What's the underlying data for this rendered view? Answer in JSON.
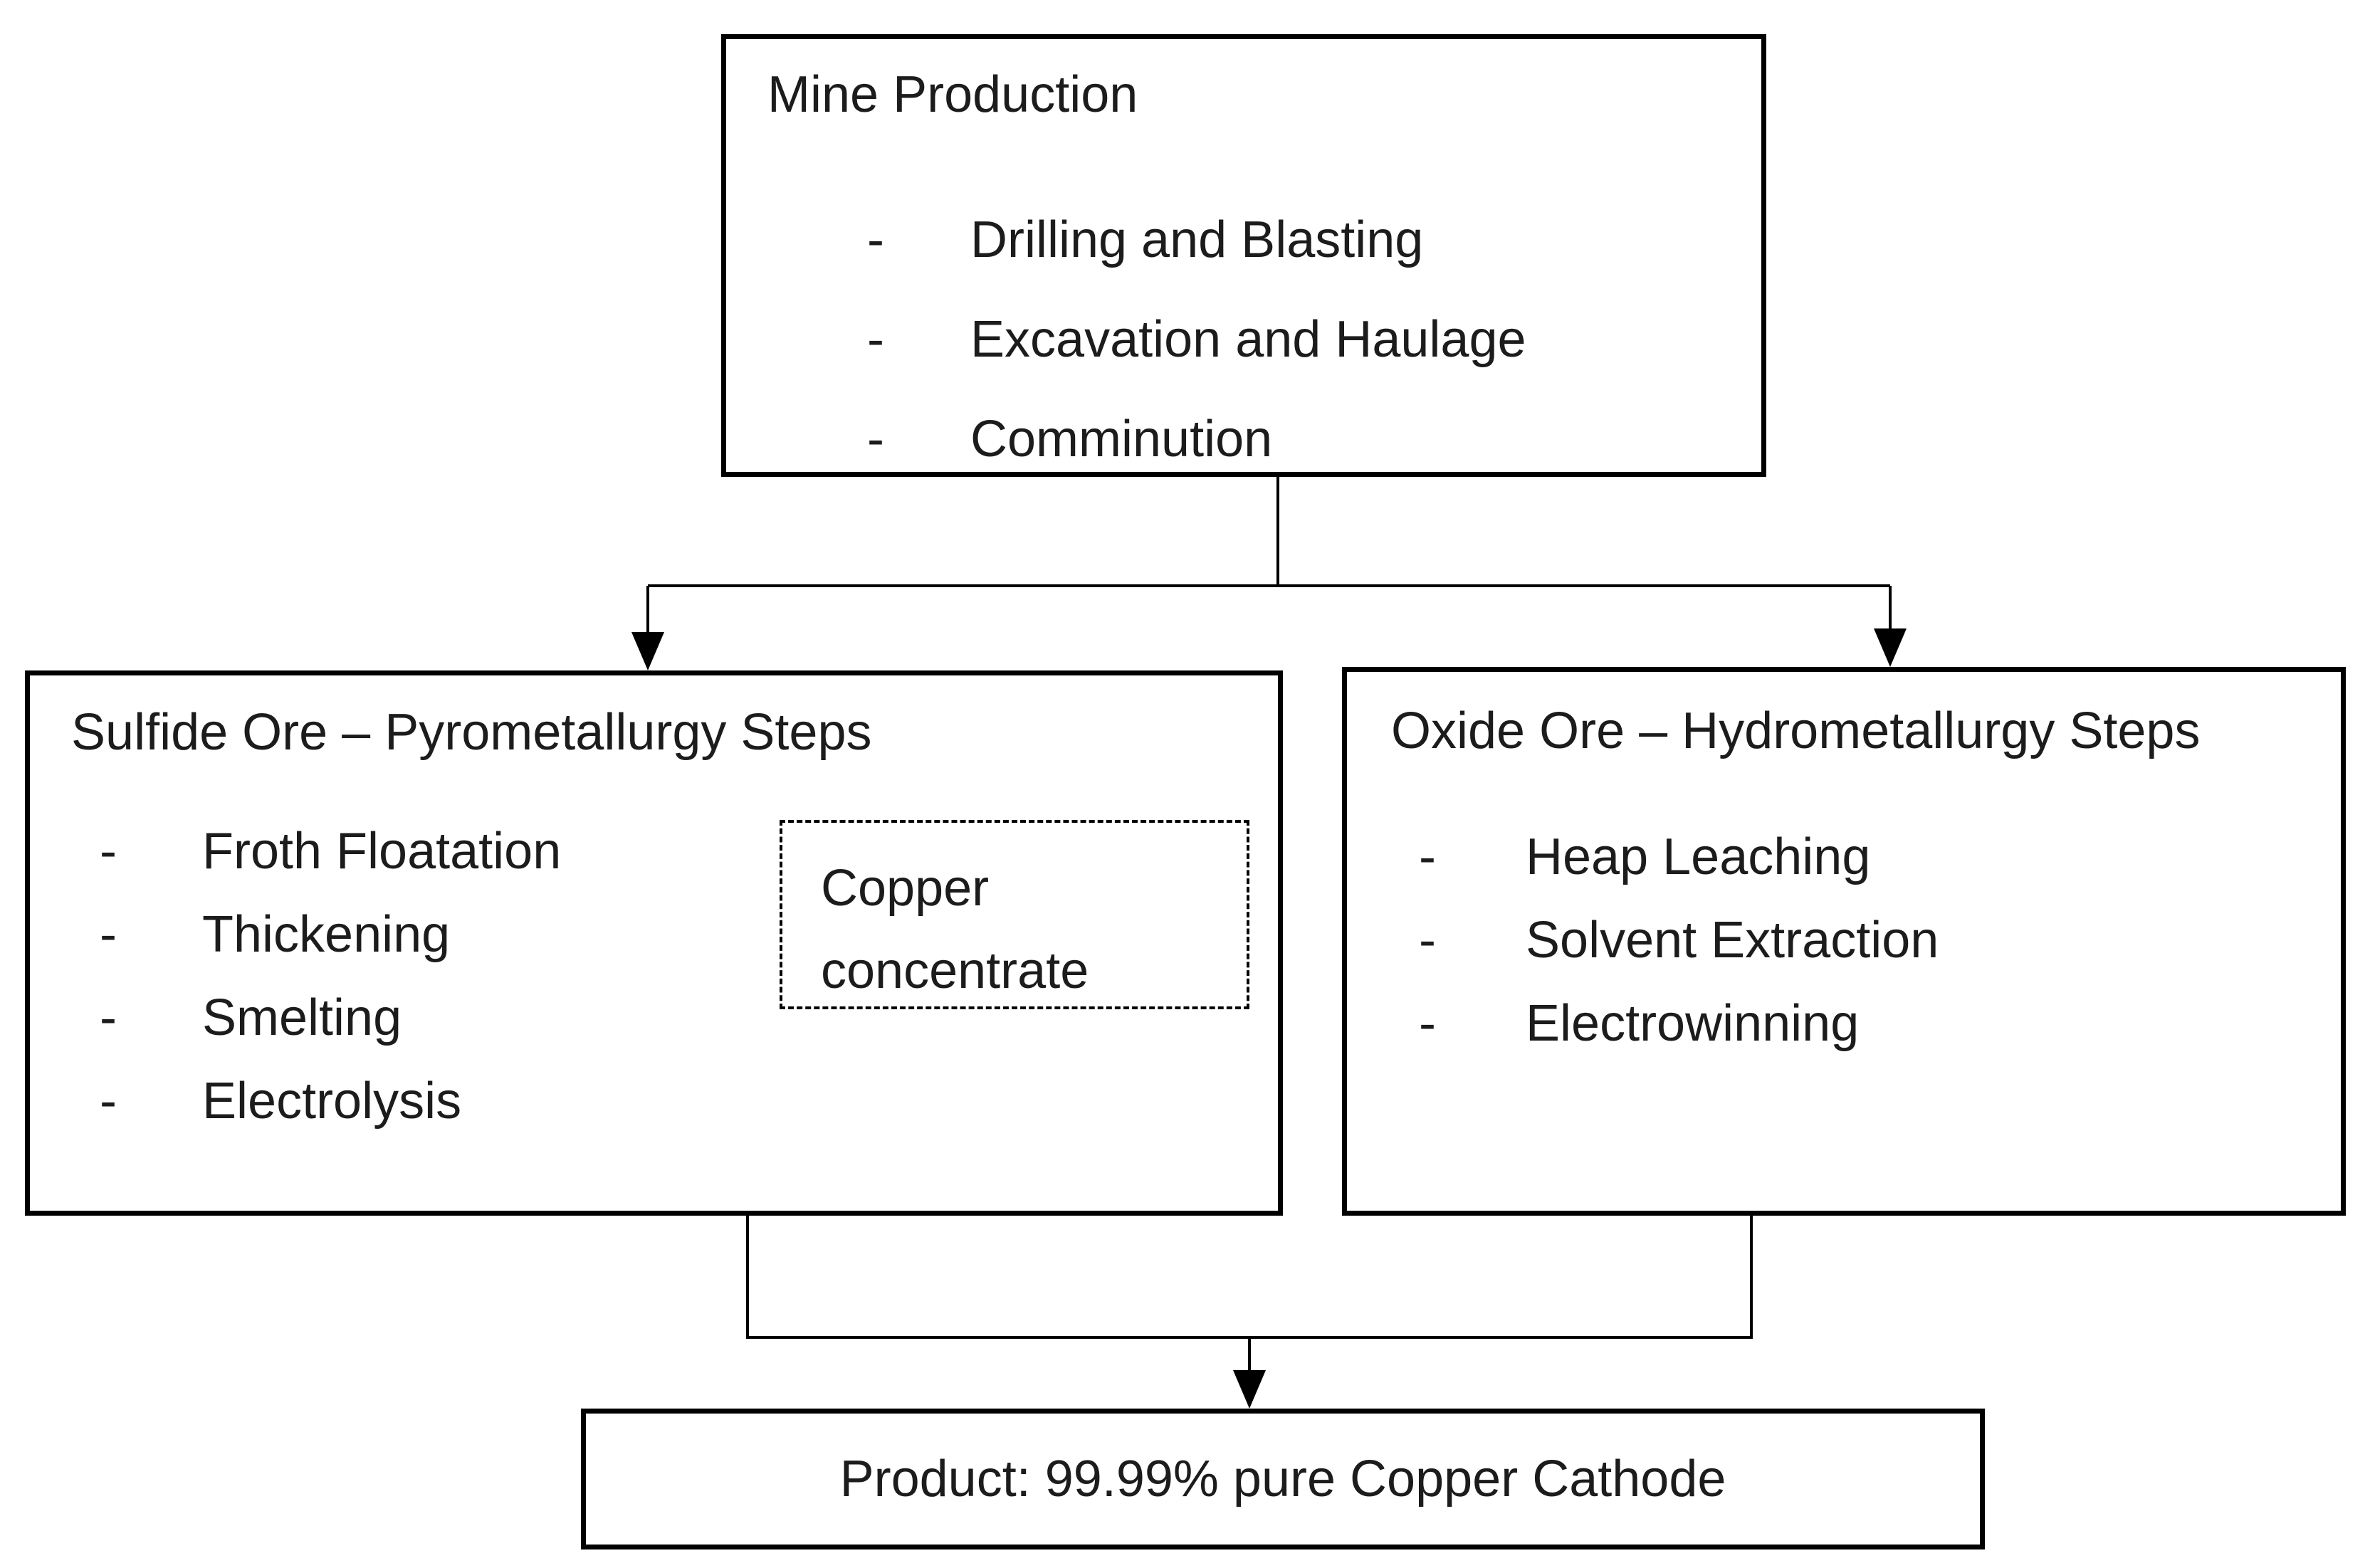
{
  "colors": {
    "line": "#000000",
    "text": "#1c1c1c",
    "background": "#ffffff"
  },
  "bullet": {
    "char": "-"
  },
  "nodes": {
    "mine": {
      "title": "Mine Production",
      "items": [
        "Drilling and Blasting",
        "Excavation and Haulage",
        "Comminution"
      ]
    },
    "sulfide": {
      "title": "Sulfide Ore – Pyrometallurgy Steps",
      "items": [
        "Froth Floatation",
        "Thickening",
        "Smelting",
        "Electrolysis"
      ]
    },
    "oxide": {
      "title": "Oxide Ore – Hydrometallurgy Steps",
      "items": [
        "Heap Leaching",
        "Solvent Extraction",
        "Electrowinning"
      ]
    },
    "concentrate": {
      "lines": [
        "Copper",
        "concentrate"
      ]
    },
    "product": {
      "label": "Product: 99.99% pure Copper Cathode"
    }
  },
  "edges": [
    {
      "from": "mine",
      "to": "sulfide",
      "type": "arrow"
    },
    {
      "from": "mine",
      "to": "oxide",
      "type": "arrow"
    },
    {
      "from": "sulfide",
      "to": "product",
      "type": "arrow"
    },
    {
      "from": "oxide",
      "to": "product",
      "type": "arrow"
    },
    {
      "from": "froth-floatation-and-thickening",
      "to": "concentrate",
      "type": "brace"
    }
  ]
}
